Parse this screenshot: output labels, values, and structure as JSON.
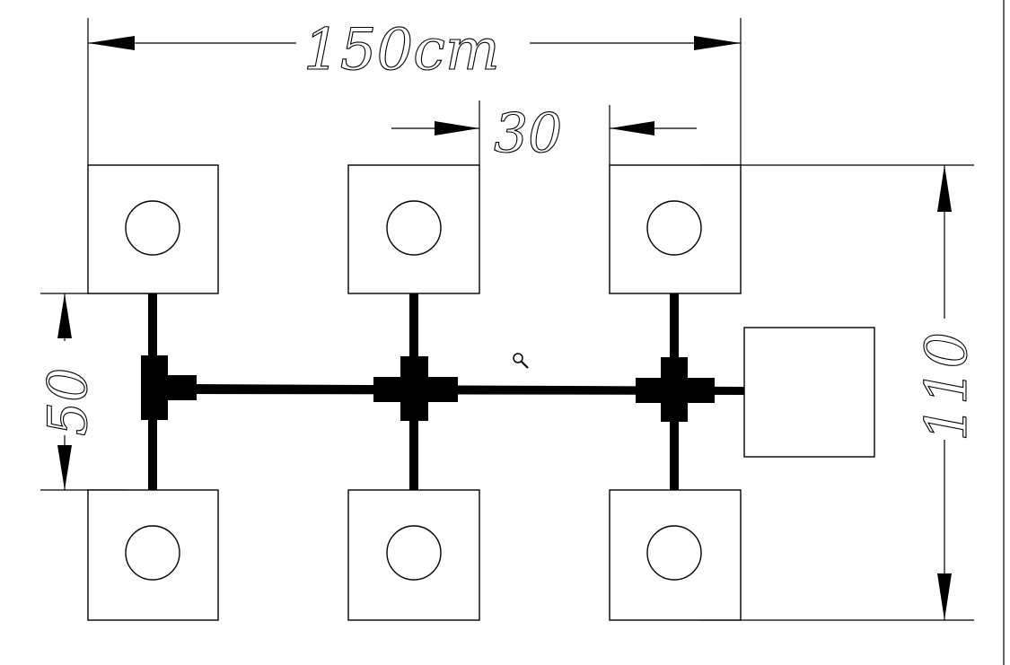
{
  "dimensions": {
    "total_width_label": "150cm",
    "gap_label": "30",
    "row_spacing_label": "50",
    "total_height_label": "110"
  },
  "icons": {
    "zoom": "magnifier-icon"
  }
}
